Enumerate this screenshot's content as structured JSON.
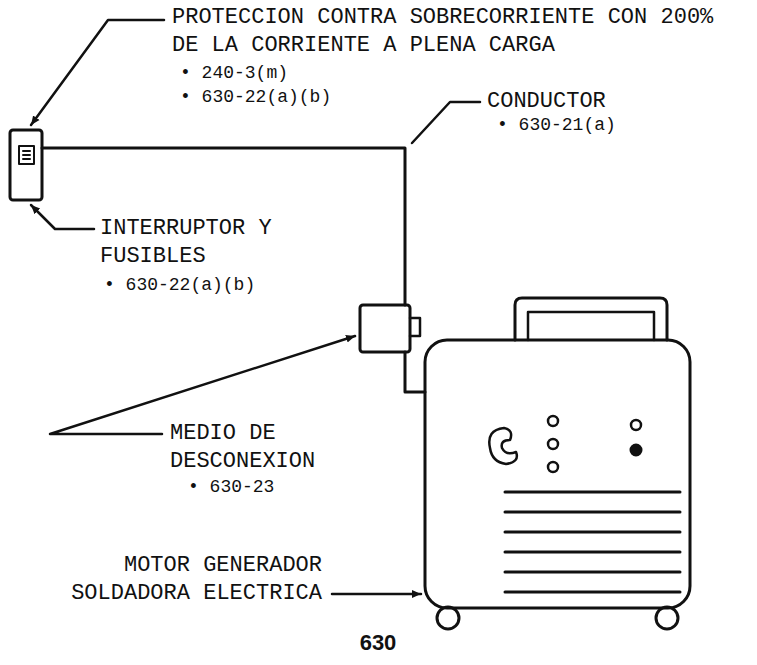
{
  "diagram": {
    "caption": "630",
    "labels": [
      "PROTECCION CONTRA SOBRECORRIENTE CON 200% DE LA CORRIENTE A PLENA CARGA",
      "• 240-3(m)",
      "• 630-22(a)(b)",
      "CONDUCTOR",
      "• 630-21(a)",
      "INTERRUPTOR Y FUSIBLES",
      "• 630-22(a)(b)",
      "MEDIO DE DESCONEXION",
      "• 630-23",
      "MOTOR GENERADOR SOLDADORA ELECTRICA"
    ]
  }
}
